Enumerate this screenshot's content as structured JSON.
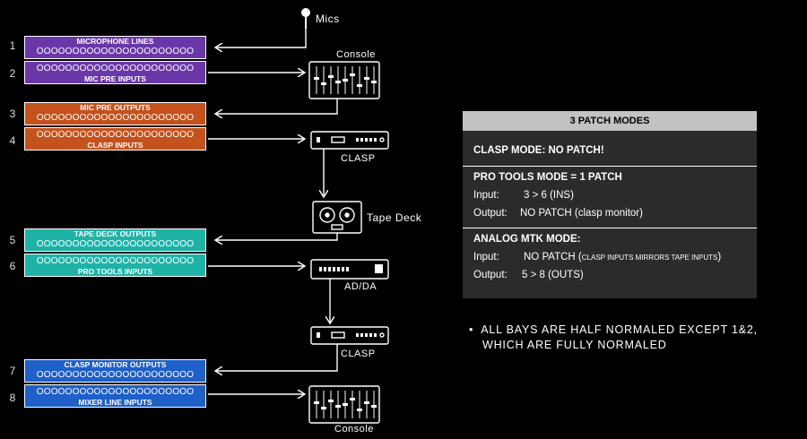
{
  "sources": {
    "mics": "Mics"
  },
  "rows": [
    {
      "num": "1",
      "label": "MICROPHONE LINES",
      "holes": "OOOOOOOOOOOOOOOOOOOOOO"
    },
    {
      "num": "2",
      "label": "MIC PRE INPUTS",
      "holes": "OOOOOOOOOOOOOOOOOOOOOO"
    },
    {
      "num": "3",
      "label": "MIC PRE OUTPUTS",
      "holes": "OOOOOOOOOOOOOOOOOOOOOO"
    },
    {
      "num": "4",
      "label": "CLASP INPUTS",
      "holes": "OOOOOOOOOOOOOOOOOOOOOO"
    },
    {
      "num": "5",
      "label": "TAPE DECK OUTPUTS",
      "holes": "OOOOOOOOOOOOOOOOOOOOOO"
    },
    {
      "num": "6",
      "label": "PRO TOOLS INPUTS",
      "holes": "OOOOOOOOOOOOOOOOOOOOOO"
    },
    {
      "num": "7",
      "label": "CLASP MONITOR OUTPUTS",
      "holes": "OOOOOOOOOOOOOOOOOOOOOO"
    },
    {
      "num": "8",
      "label": "MIXER LINE INPUTS",
      "holes": "OOOOOOOOOOOOOOOOOOOOOO"
    }
  ],
  "devices": {
    "console_top": "Console",
    "clasp_top": "CLASP",
    "tape_deck": "Tape Deck",
    "adda": "AD/DA",
    "clasp_bottom": "CLASP",
    "console_bottom": "Console"
  },
  "colors": {
    "purple": "#6a37a8",
    "orange": "#c4521d",
    "teal": "#1fb3a7",
    "blue": "#1f5fc8"
  },
  "modes": {
    "header": "3  PATCH MODES",
    "clasp": "CLASP MODE: NO PATCH!",
    "protools_title": "PRO TOOLS MODE = 1 PATCH",
    "protools_input_key": "Input:",
    "protools_input_val": "3 > 6 (INS)",
    "protools_output_key": "Output:",
    "protools_output_val": "NO PATCH (clasp monitor)",
    "analog_title": "ANALOG MTK MODE:",
    "analog_input_key": "Input:",
    "analog_input_val": "NO PATCH (",
    "analog_input_small": "CLASP INPUTS MIRRORS TAPE INPUTS",
    "analog_input_close": ")",
    "analog_output_key": "Output:",
    "analog_output_val": "5  >  8  (OUTS)"
  },
  "note": {
    "bullet": "•",
    "line1": "ALL BAYS ARE HALF NORMALED EXCEPT 1&2,",
    "line2": "WHICH ARE FULLY NORMALED"
  }
}
